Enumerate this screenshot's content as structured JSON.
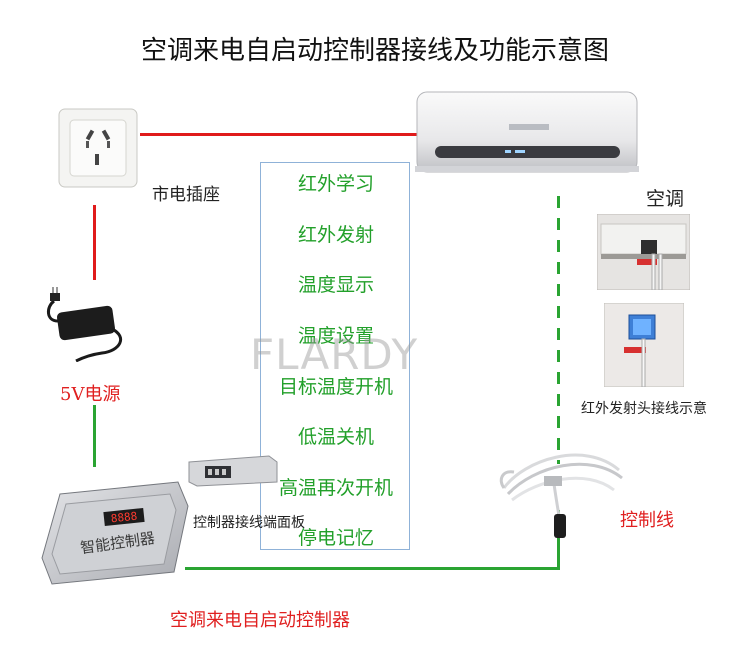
{
  "title": "空调来电自启动控制器接线及功能示意图",
  "labels": {
    "socket": "市电插座",
    "ac": "空调",
    "power": "5V电源",
    "ir_head": "红外发射头接线示意",
    "control_line": "控制线",
    "panel": "控制器接线端面板",
    "controller": "空调来电自启动控制器"
  },
  "functions": [
    "红外学习",
    "红外发射",
    "温度显示",
    "温度设置",
    "目标温度开机",
    "低温关机",
    "高温再次开机",
    "停电记忆"
  ],
  "watermark": "FLARDY",
  "device_face": {
    "controller_text": "智能控制器",
    "display": "8888"
  },
  "colors": {
    "power_line": "#e01b1b",
    "control_line": "#2aa432",
    "function_text": "#22a02a",
    "red_label": "#e02020",
    "box_border": "#8fb2d8"
  }
}
